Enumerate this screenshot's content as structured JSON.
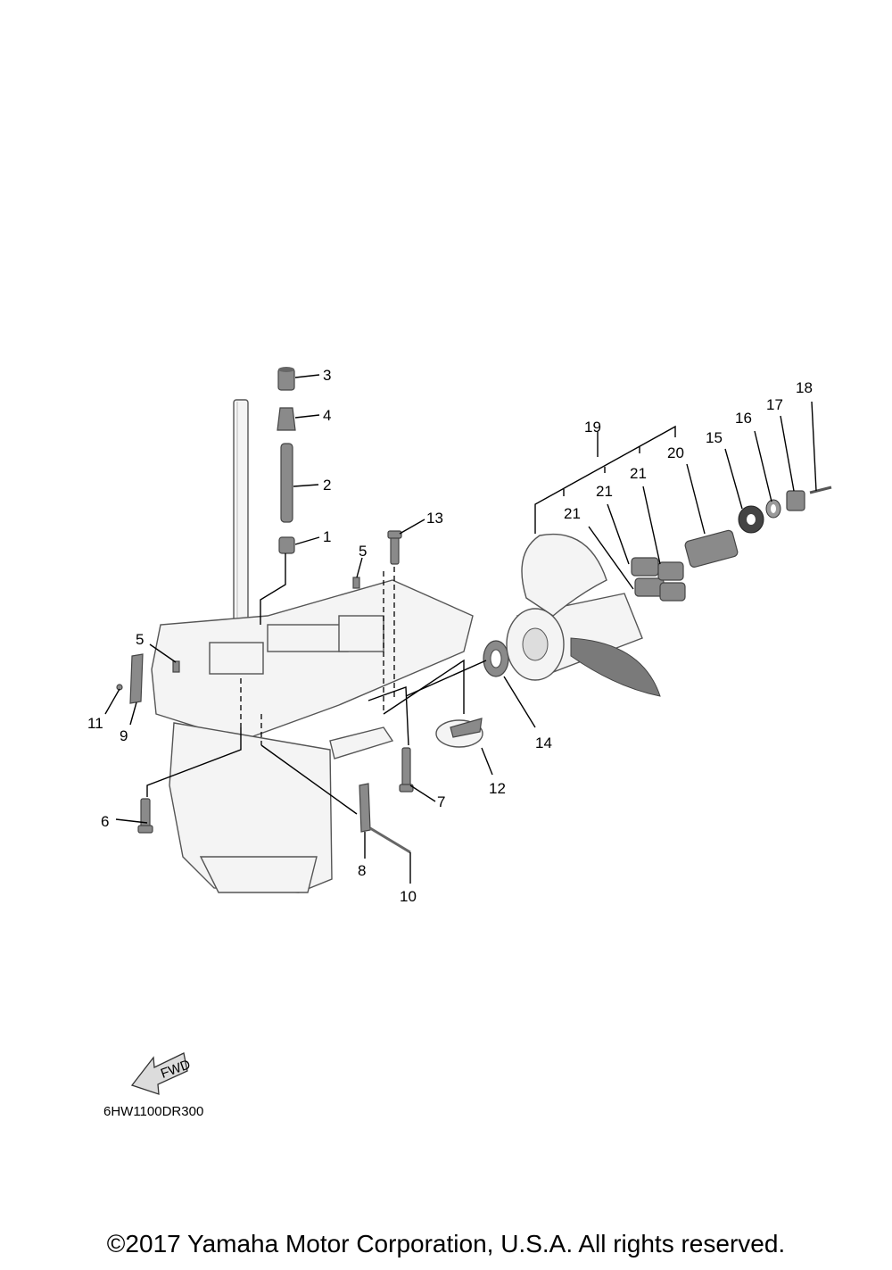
{
  "diagram_code": "6HW1100DR300",
  "fwd_label": "FWD",
  "copyright": "©2017 Yamaha Motor Corporation, U.S.A. All rights reserved.",
  "callouts": {
    "c1": "1",
    "c2": "2",
    "c3": "3",
    "c4": "4",
    "c5a": "5",
    "c5b": "5",
    "c6": "6",
    "c7": "7",
    "c8": "8",
    "c9": "9",
    "c10": "10",
    "c11": "11",
    "c12": "12",
    "c13": "13",
    "c14": "14",
    "c15": "15",
    "c16": "16",
    "c17": "17",
    "c18": "18",
    "c19": "19",
    "c20": "20",
    "c21a": "21",
    "c21b": "21",
    "c21c": "21"
  }
}
